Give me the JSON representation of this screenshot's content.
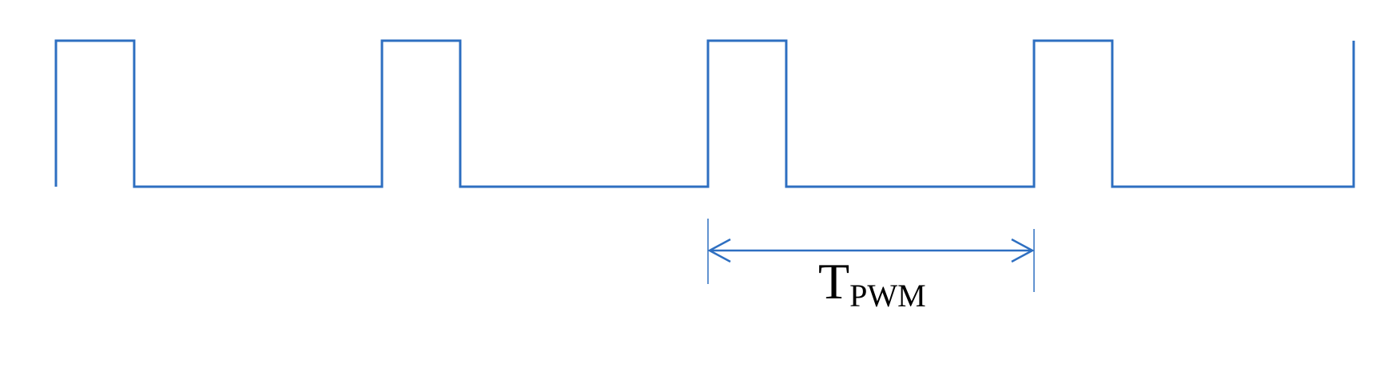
{
  "colors": {
    "signal": "#2E6FC1",
    "label": "#000000",
    "background": "#FFFFFF"
  },
  "pwm": {
    "pulse_count": 4,
    "duty_cycle": 0.24
  },
  "period_label": {
    "main": "T",
    "subscript": "PWM"
  }
}
